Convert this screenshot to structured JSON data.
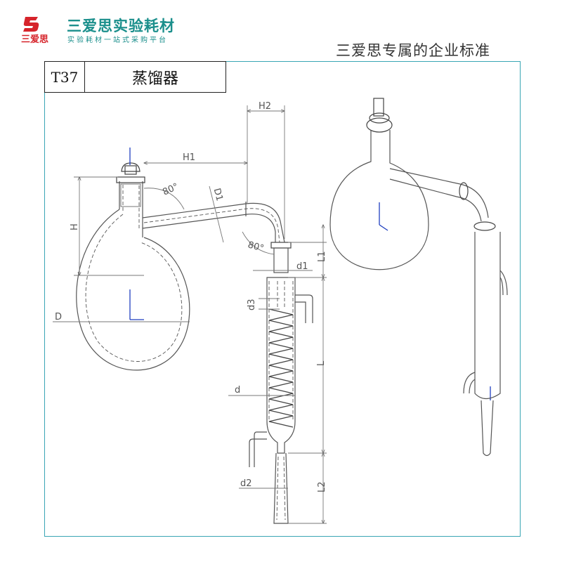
{
  "brand": {
    "name": "三爱思实验耗材",
    "tagline": "实验耗材一站式采购平台",
    "logo_text": "三爱思"
  },
  "header": {
    "standard_text": "三爱思专属的企业标准"
  },
  "title_block": {
    "code": "T37",
    "name": "蒸馏器"
  },
  "dimensions": {
    "H2": "H2",
    "H1": "H1",
    "H": "H",
    "D": "D",
    "D1": "D1",
    "angle1": "80°",
    "angle2": "80°",
    "L1": "L1",
    "d1": "d1",
    "d3": "d3",
    "L": "L",
    "d": "d",
    "d2": "d2",
    "L2": "L2"
  },
  "colors": {
    "brand": "#1b8f8c",
    "logo_red": "#d6242b",
    "frame": "#3aa6b5",
    "axis_blue": "#1f3fbf"
  }
}
